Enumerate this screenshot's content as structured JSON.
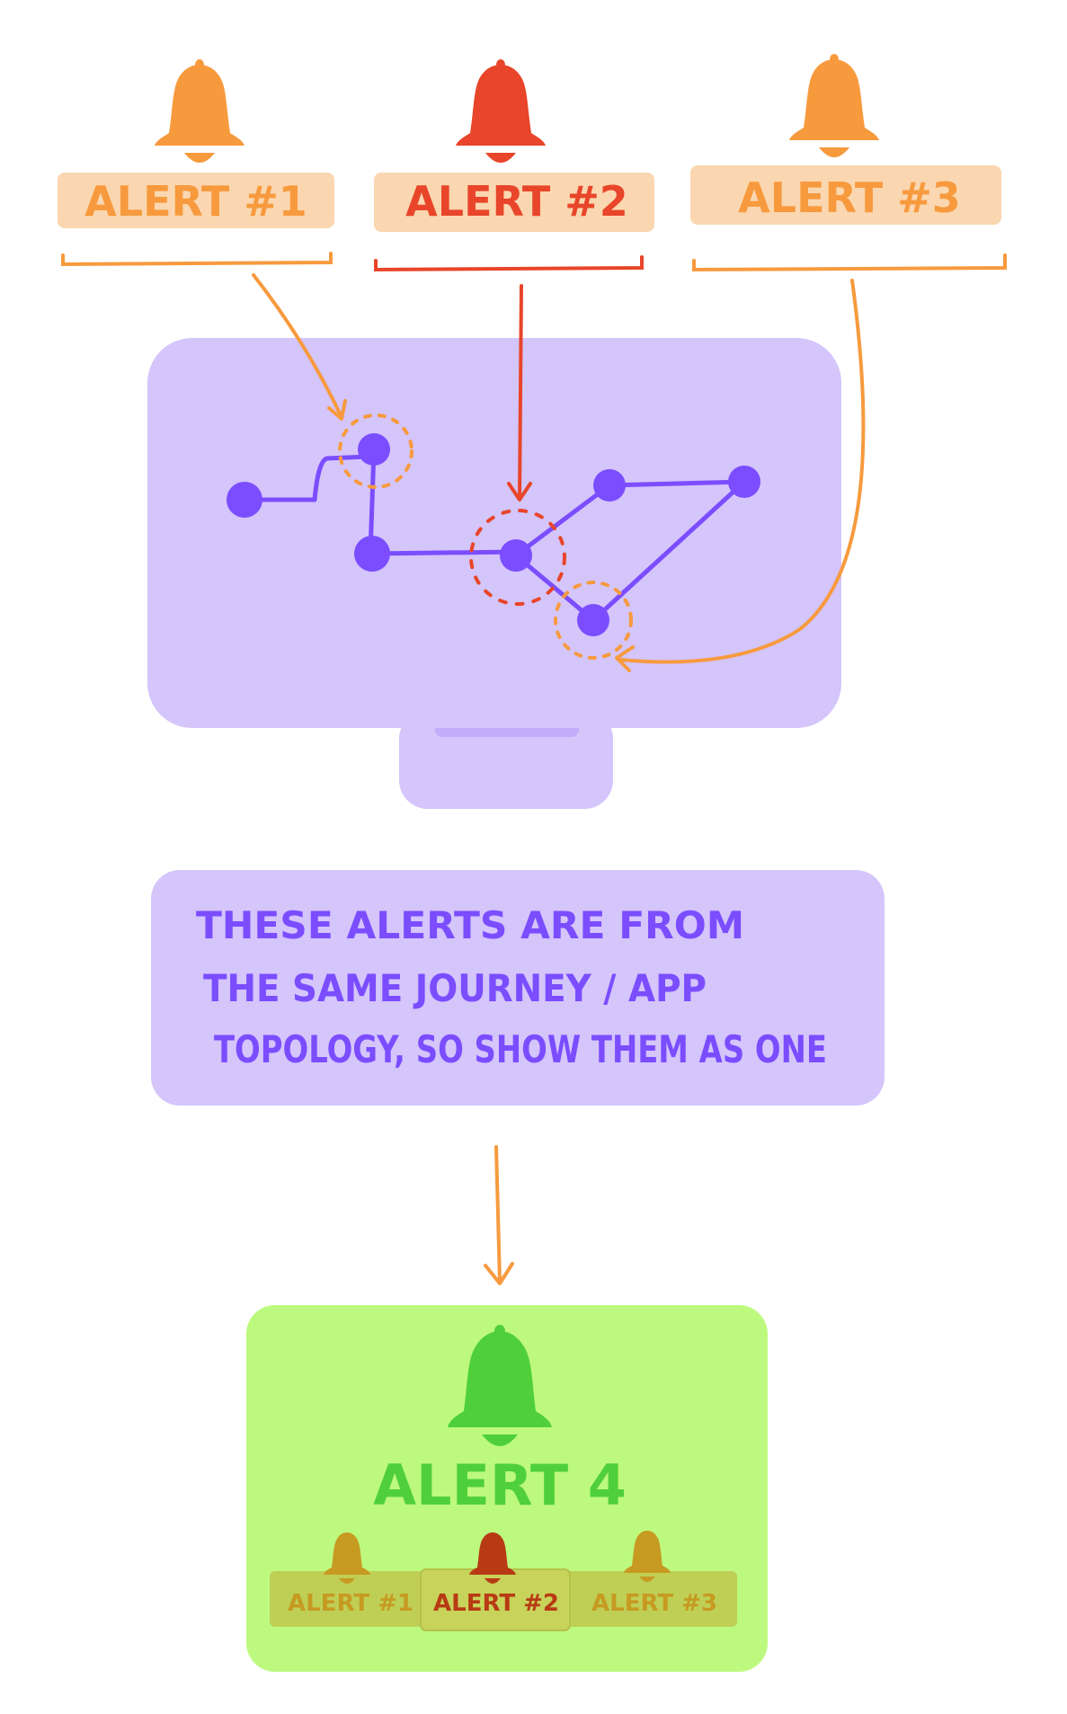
{
  "alerts": [
    {
      "label": "ALERT #1",
      "color": "#f79a3e",
      "fill": "#fad7b0"
    },
    {
      "label": "ALERT #2",
      "color": "#e8452a",
      "fill": "#fad7b0"
    },
    {
      "label": "ALERT #3",
      "color": "#f79a3e",
      "fill": "#fad7b0"
    }
  ],
  "note": {
    "line1": "THESE ALERTS ARE FROM",
    "line2": "THE SAME JOURNEY / APP",
    "line3": "TOPOLOGY, SO SHOW THEM AS ONE"
  },
  "grouped": {
    "title": "ALERT 4",
    "color": "#4fd03a",
    "children": [
      {
        "label": "ALERT #1",
        "color": "#c79a22"
      },
      {
        "label": "ALERT #2",
        "color": "#b83a14"
      },
      {
        "label": "ALERT #3",
        "color": "#c79a22"
      }
    ]
  },
  "colors": {
    "purple_bg": "#d4c5fb",
    "purple_stroke": "#7b4dff",
    "orange": "#f79a3e",
    "red": "#e8452a",
    "green_bg": "#bdf97f",
    "mini_label_bg": "#bfcf55"
  }
}
